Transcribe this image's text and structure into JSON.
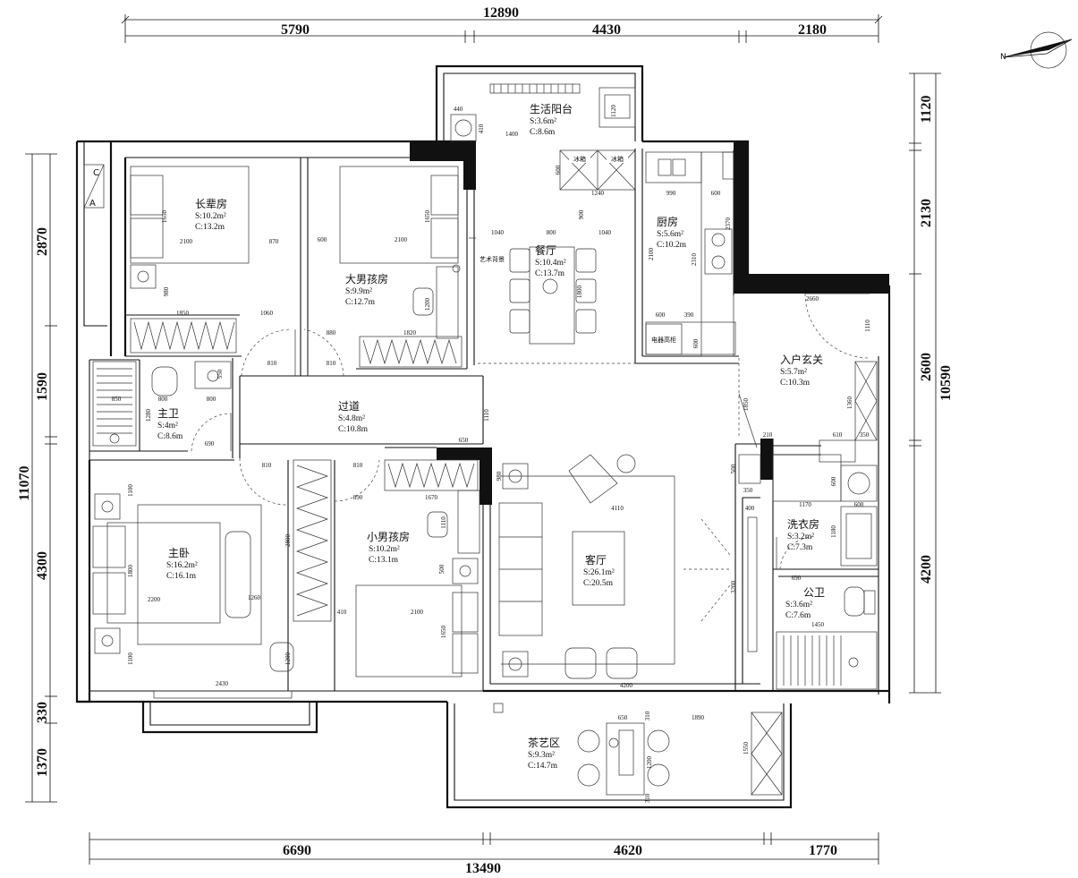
{
  "dimensions": {
    "top_total": "12890",
    "top_1": "5790",
    "top_2": "4430",
    "top_3": "2180",
    "bottom_total": "13490",
    "bottom_1": "6690",
    "bottom_2": "4620",
    "bottom_3": "1770",
    "left_total": "11070",
    "left_1": "2870",
    "left_2": "1590",
    "left_3": "4300",
    "left_4": "330",
    "left_5": "1370",
    "right_total": "10590",
    "right_1": "1120",
    "right_2": "2130",
    "right_3": "2600",
    "right_4": "4200"
  },
  "rooms": {
    "balcony": {
      "name": "生活阳台",
      "area": "S:3.6m²",
      "perimeter": "C:8.6m"
    },
    "elder_room": {
      "name": "长辈房",
      "area": "S:10.2m²",
      "perimeter": "C:13.2m"
    },
    "big_boy_room": {
      "name": "大男孩房",
      "area": "S:9.9m²",
      "perimeter": "C:12.7m"
    },
    "dining": {
      "name": "餐厅",
      "area": "S:10.4m²",
      "perimeter": "C:13.7m"
    },
    "kitchen": {
      "name": "厨房",
      "area": "S:5.6m²",
      "perimeter": "C:10.2m"
    },
    "entrance": {
      "name": "入户玄关",
      "area": "S:5.7m²",
      "perimeter": "C:10.3m"
    },
    "master_bath": {
      "name": "主卫",
      "area": "S:4m²",
      "perimeter": "C:8.6m"
    },
    "corridor": {
      "name": "过道",
      "area": "S:4.8m²",
      "perimeter": "C:10.8m"
    },
    "master_bed": {
      "name": "主卧",
      "area": "S:16.2m²",
      "perimeter": "C:16.1m"
    },
    "small_boy_room": {
      "name": "小男孩房",
      "area": "S:10.2m²",
      "perimeter": "C:13.1m"
    },
    "living": {
      "name": "客厅",
      "area": "S:26.1m²",
      "perimeter": "C:20.5m"
    },
    "laundry": {
      "name": "洗衣房",
      "area": "S:3.2m²",
      "perimeter": "C:7.3m"
    },
    "public_bath": {
      "name": "公卫",
      "area": "S:3.6m²",
      "perimeter": "C:7.6m"
    },
    "tea_area": {
      "name": "茶艺区",
      "area": "S:9.3m²",
      "perimeter": "C:14.7m"
    }
  },
  "labels": {
    "fridge_1": "冰箱",
    "fridge_2": "冰箱",
    "art_wall": "艺术背景",
    "appliance": "电器高柜",
    "ac_a": "A",
    "ac_c": "C"
  },
  "small_dims": [
    {
      "t": "440"
    },
    {
      "t": "410"
    },
    {
      "t": "1400"
    },
    {
      "t": "1120"
    },
    {
      "t": "600"
    },
    {
      "t": "1240"
    },
    {
      "t": "900"
    },
    {
      "t": "990"
    },
    {
      "t": "600"
    },
    {
      "t": "1650"
    },
    {
      "t": "2100"
    },
    {
      "t": "870"
    },
    {
      "t": "600"
    },
    {
      "t": "2100"
    },
    {
      "t": "1650"
    },
    {
      "t": "1040"
    },
    {
      "t": "800"
    },
    {
      "t": "1040"
    },
    {
      "t": "2100"
    },
    {
      "t": "2310"
    },
    {
      "t": "2370"
    },
    {
      "t": "980"
    },
    {
      "t": "1200"
    },
    {
      "t": "1800"
    },
    {
      "t": "600"
    },
    {
      "t": "390"
    },
    {
      "t": "600"
    },
    {
      "t": "1850"
    },
    {
      "t": "1060"
    },
    {
      "t": "880"
    },
    {
      "t": "1820"
    },
    {
      "t": "810"
    },
    {
      "t": "810"
    },
    {
      "t": "550"
    },
    {
      "t": "800"
    },
    {
      "t": "800"
    },
    {
      "t": "850"
    },
    {
      "t": "1280"
    },
    {
      "t": "690"
    },
    {
      "t": "1110"
    },
    {
      "t": "2660"
    },
    {
      "t": "1110"
    },
    {
      "t": "1360"
    },
    {
      "t": "1850"
    },
    {
      "t": "650"
    },
    {
      "t": "810"
    },
    {
      "t": "810"
    },
    {
      "t": "980"
    },
    {
      "t": "890"
    },
    {
      "t": "1670"
    },
    {
      "t": "1100"
    },
    {
      "t": "2800"
    },
    {
      "t": "1800"
    },
    {
      "t": "2200"
    },
    {
      "t": "1260"
    },
    {
      "t": "1100"
    },
    {
      "t": "1110"
    },
    {
      "t": "500"
    },
    {
      "t": "410"
    },
    {
      "t": "2100"
    },
    {
      "t": "1650"
    },
    {
      "t": "1200"
    },
    {
      "t": "2430"
    },
    {
      "t": "4110"
    },
    {
      "t": "4200"
    },
    {
      "t": "3200"
    },
    {
      "t": "210"
    },
    {
      "t": "610"
    },
    {
      "t": "350"
    },
    {
      "t": "500"
    },
    {
      "t": "350"
    },
    {
      "t": "400"
    },
    {
      "t": "1170"
    },
    {
      "t": "600"
    },
    {
      "t": "600"
    },
    {
      "t": "1180"
    },
    {
      "t": "690"
    },
    {
      "t": "1450"
    },
    {
      "t": "650"
    },
    {
      "t": "310"
    },
    {
      "t": "1890"
    },
    {
      "t": "1200"
    },
    {
      "t": "310"
    },
    {
      "t": "1550"
    }
  ]
}
